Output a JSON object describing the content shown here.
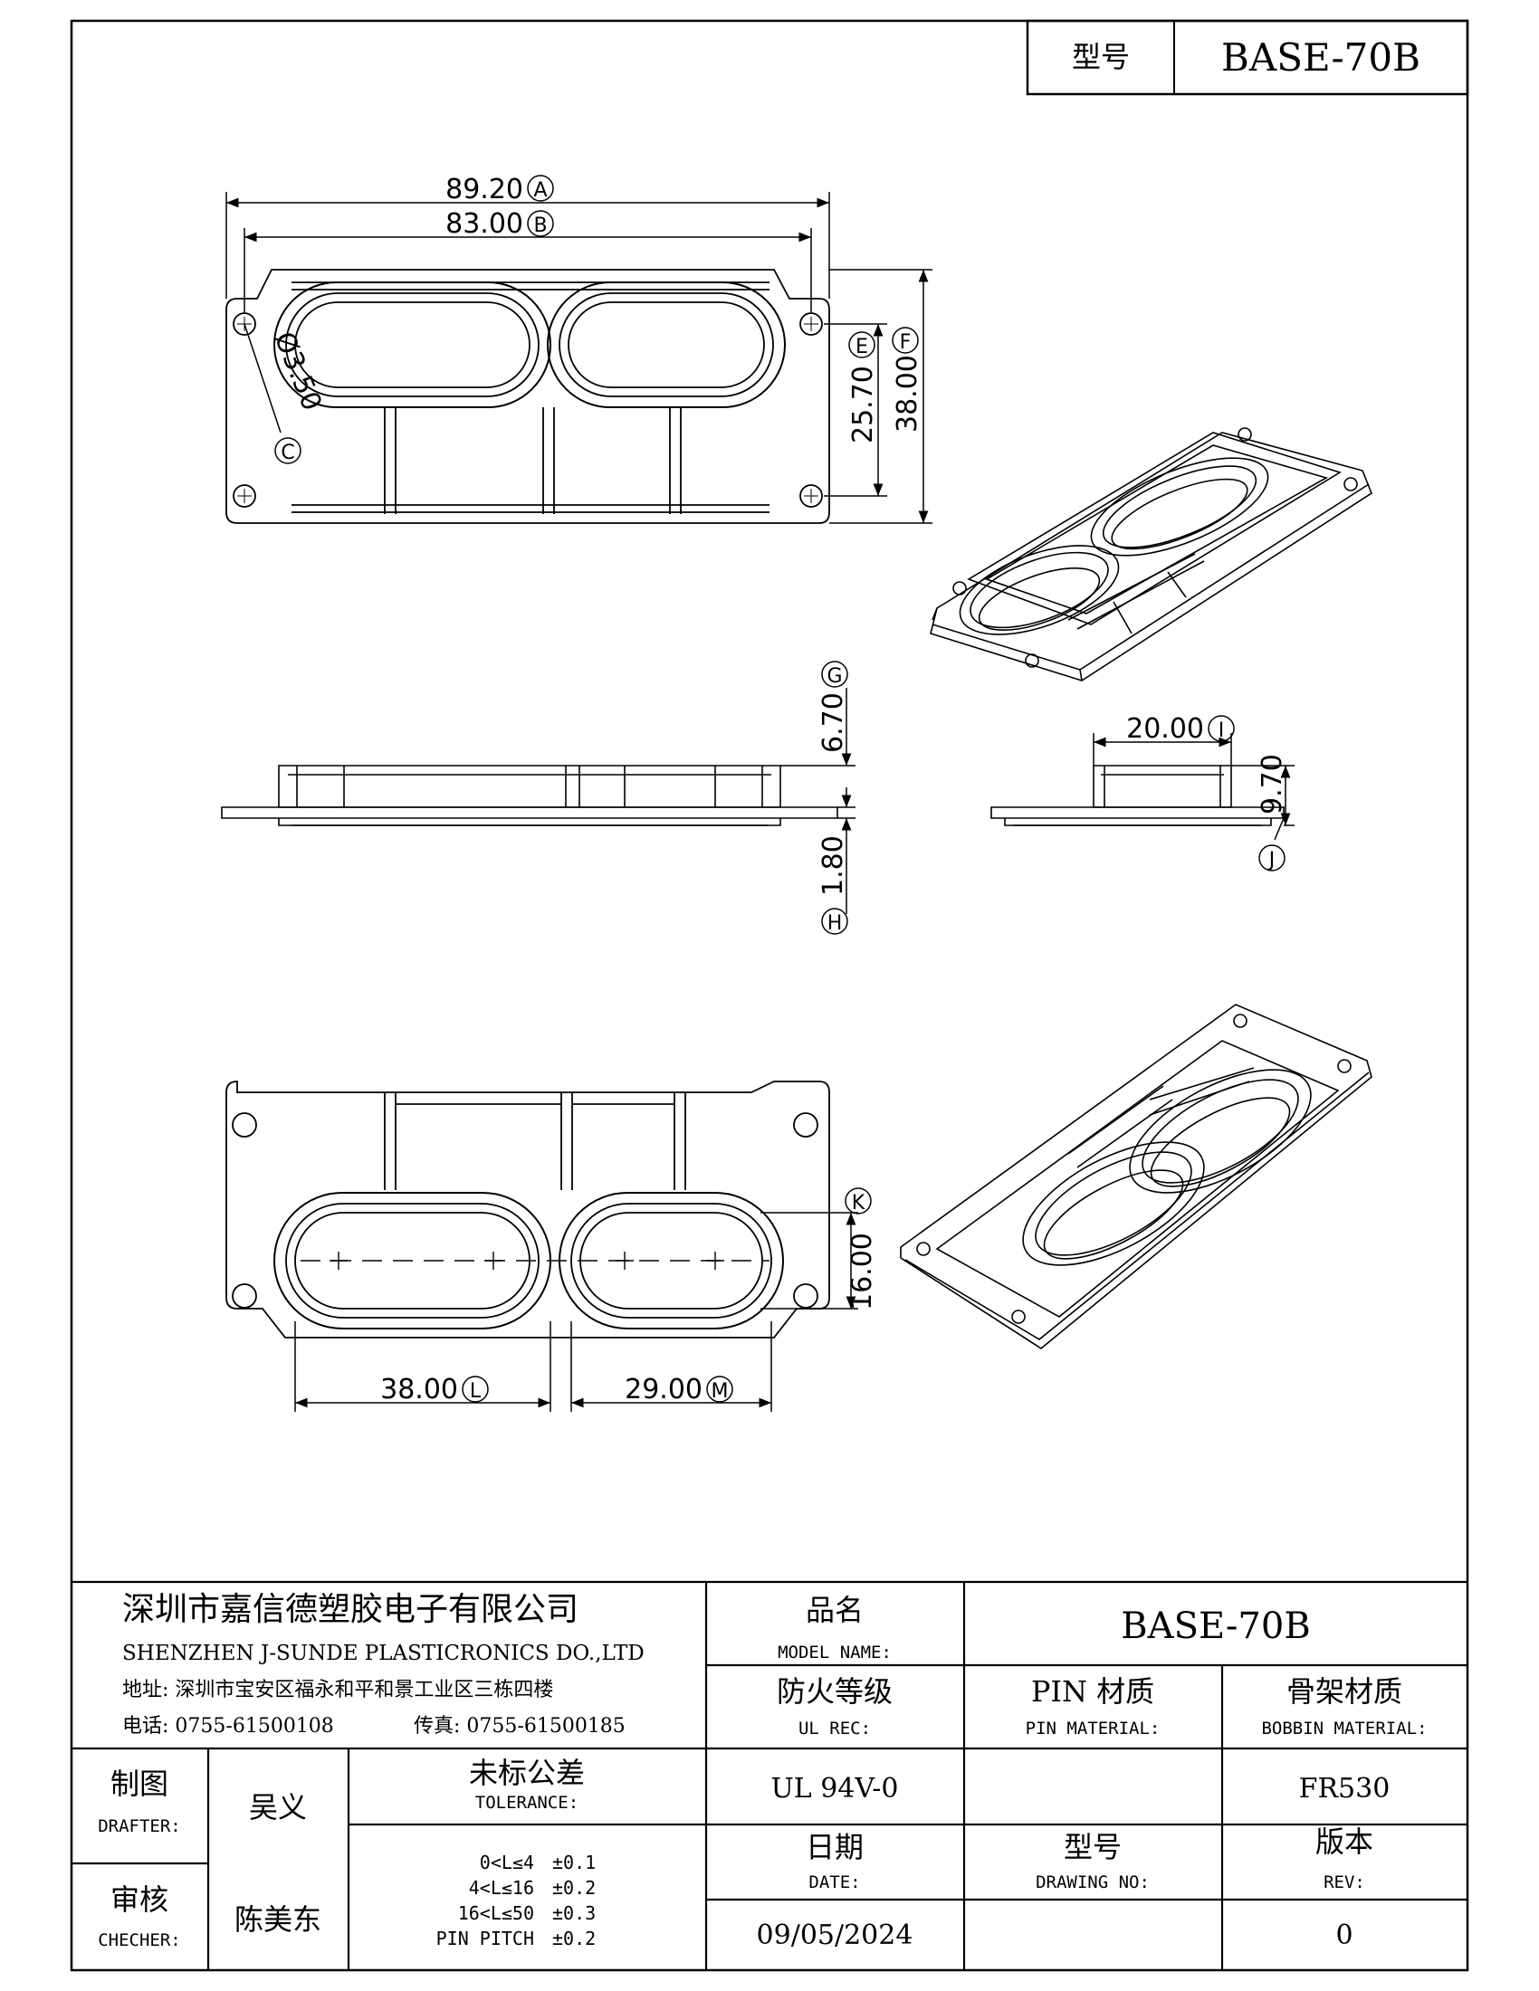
{
  "header": {
    "model_label": "型号",
    "model_value": "BASE-70B"
  },
  "dimensions": {
    "top_view": {
      "overall_width": "89.20",
      "overall_width_tag": "A",
      "pitch_width": "83.00",
      "pitch_width_tag": "B",
      "hole_diameter": "Ø3.50",
      "hole_diameter_tag": "C",
      "pitch_height": "25.70",
      "pitch_height_tag": "E",
      "overall_height": "38.00",
      "overall_height_tag": "F"
    },
    "front_view": {
      "total_height": "6.70",
      "total_height_tag": "G",
      "flange_thickness": "1.80",
      "flange_thickness_tag": "H"
    },
    "side_view": {
      "wall_width": "20.00",
      "wall_width_tag": "I",
      "side_height": "9.70",
      "side_height_tag": "J"
    },
    "bottom_view": {
      "slot_width": "16.00",
      "slot_width_tag": "K",
      "left_slot_length": "38.00",
      "left_slot_length_tag": "L",
      "right_slot_length": "29.00",
      "right_slot_length_tag": "M"
    }
  },
  "title_block": {
    "company_cn": "深圳市嘉信德塑胶电子有限公司",
    "company_en": "SHENZHEN J-SUNDE PLASTICRONICS DO.,LTD",
    "address": "地址: 深圳市宝安区福永和平和景工业区三栋四楼",
    "phone": "电话: 0755-61500108",
    "fax": "传真: 0755-61500185",
    "model_name_cn": "品名",
    "model_name_en": "MODEL NAME:",
    "model_name_value": "BASE-70B",
    "ul_cn": "防火等级",
    "ul_en": "UL REC:",
    "ul_value": "UL 94V-0",
    "pin_material_cn": "PIN 材质",
    "pin_material_en": "PIN MATERIAL:",
    "pin_material_value": "",
    "bobbin_material_cn": "骨架材质",
    "bobbin_material_en": "BOBBIN MATERIAL:",
    "bobbin_material_value": "FR530",
    "drafter_cn": "制图",
    "drafter_en": "DRAFTER:",
    "drafter_name": "吴义",
    "checker_cn": "审核",
    "checker_en": "CHECHER:",
    "checker_name": "陈美东",
    "tolerance_cn": "未标公差",
    "tolerance_en": "TOLERANCE:",
    "tolerance_rows": [
      {
        "range": "0<L≤4",
        "value": "±0.1"
      },
      {
        "range": "4<L≤16",
        "value": "±0.2"
      },
      {
        "range": "16<L≤50",
        "value": "±0.3"
      },
      {
        "range": "PIN PITCH",
        "value": "±0.2"
      }
    ],
    "date_cn": "日期",
    "date_en": "DATE:",
    "date_value": "09/05/2024",
    "drawing_no_cn": "型号",
    "drawing_no_en": "DRAWING NO:",
    "drawing_no_value": "",
    "rev_cn": "版本",
    "rev_en": "REV:",
    "rev_value": "0"
  }
}
